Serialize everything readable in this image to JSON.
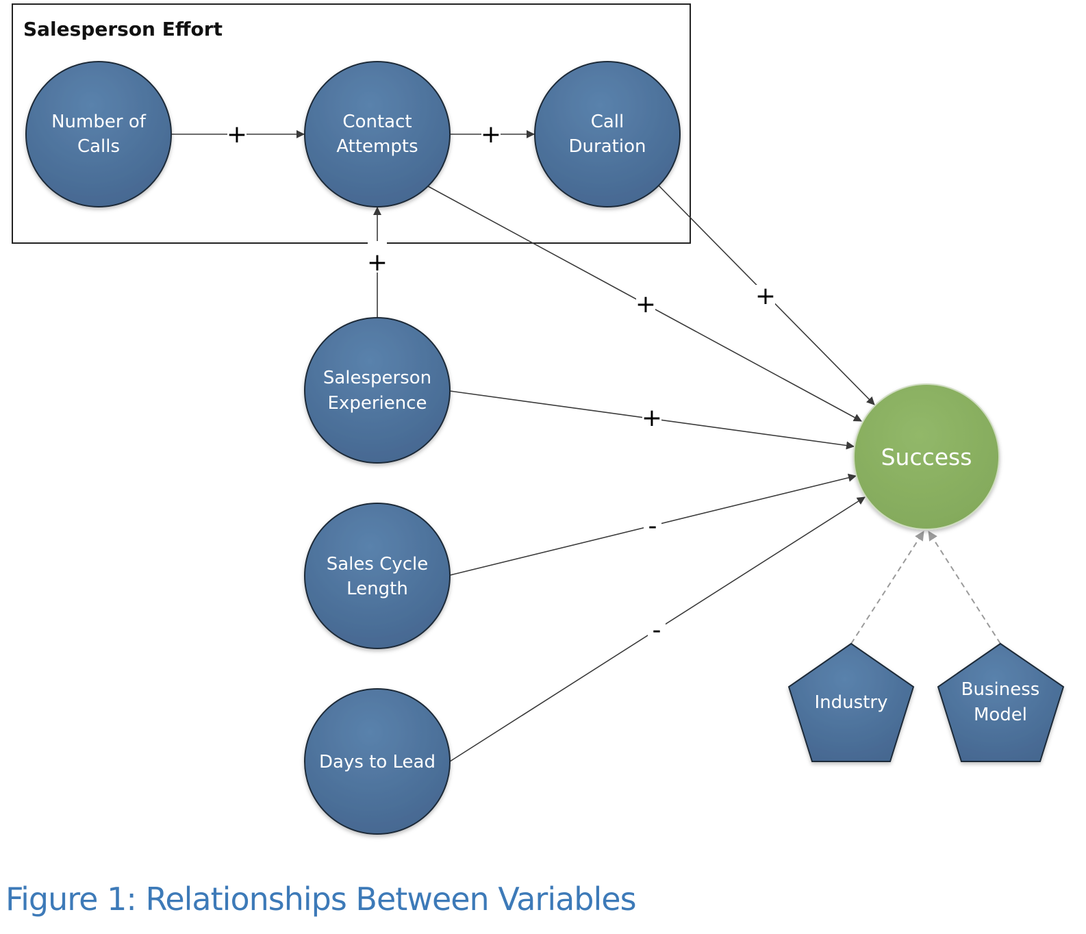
{
  "group": {
    "title": "Salesperson Effort"
  },
  "nodes": {
    "number_of_calls": [
      "Number of",
      "Calls"
    ],
    "contact_attempts": [
      "Contact",
      "Attempts"
    ],
    "call_duration": [
      "Call",
      "Duration"
    ],
    "salesperson_experience": [
      "Salesperson",
      "Experience"
    ],
    "sales_cycle_length": [
      "Sales Cycle",
      "Length"
    ],
    "days_to_lead": [
      "Days to Lead"
    ],
    "success": [
      "Success"
    ],
    "industry": [
      "Industry"
    ],
    "business_model": [
      "Business",
      "Model"
    ]
  },
  "edges": {
    "calls_to_attempts": "+",
    "attempts_to_duration": "+",
    "experience_to_attempts": "+",
    "attempts_to_success": "+",
    "duration_to_success": "+",
    "experience_to_success": "+",
    "cycle_to_success": "-",
    "days_to_success": "-"
  },
  "caption": "Figure 1: Relationships Between Variables",
  "colors": {
    "variable_fill": "#4b6e96",
    "variable_stroke": "#1f2a38",
    "success_fill": "#8bb062",
    "caption": "#3d7ab8",
    "edge": "#3a3a3a",
    "dashed_edge": "#9a9a9a"
  }
}
